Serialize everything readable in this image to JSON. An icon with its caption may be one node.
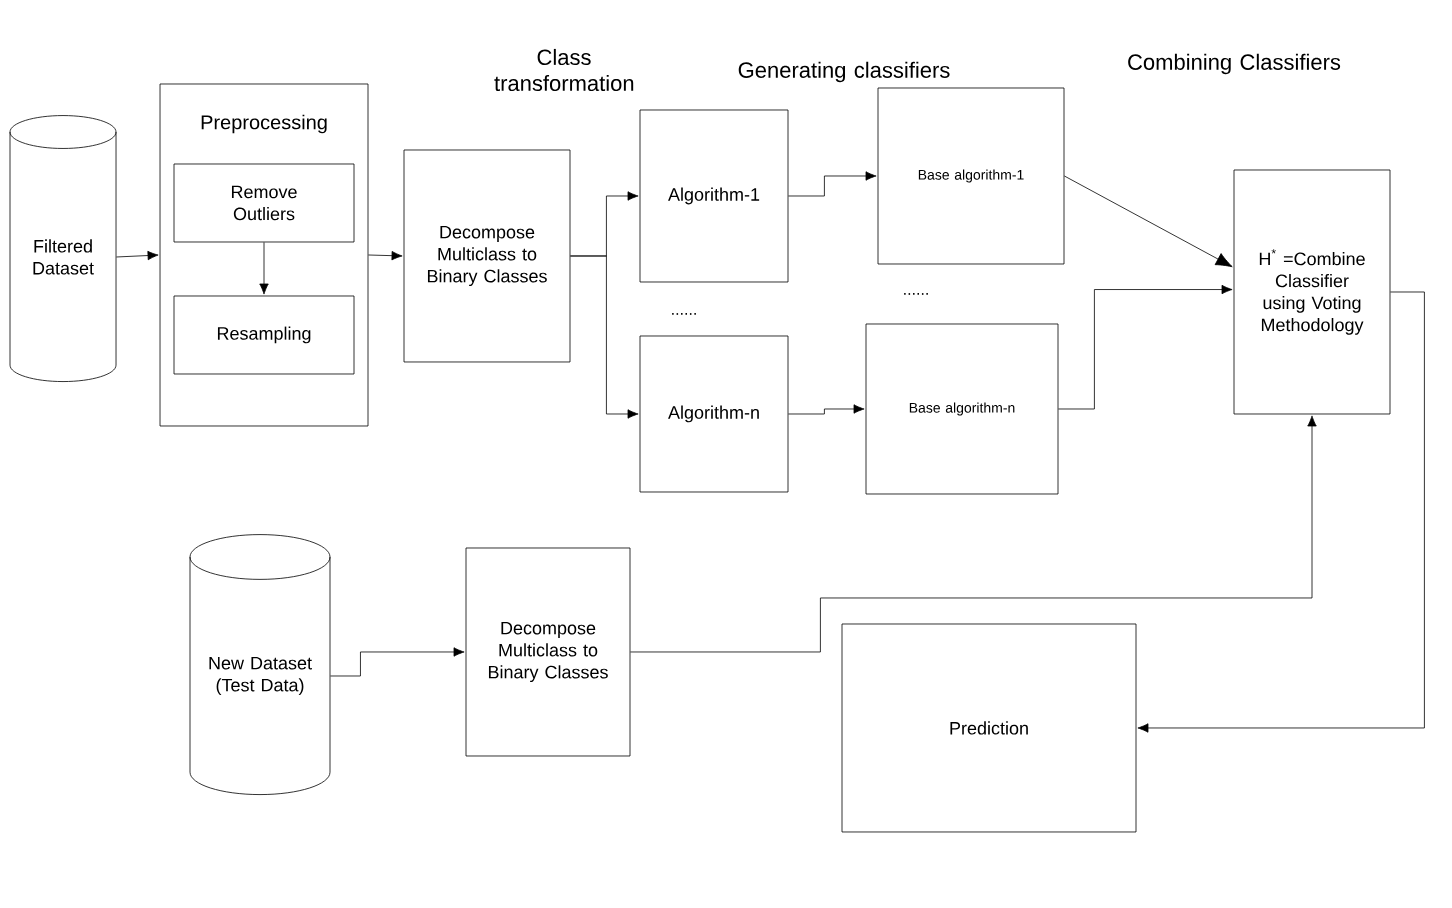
{
  "diagram": {
    "nodes": [
      {
        "text": [
          "Filtered Dataset"
        ]
      },
      {
        "text": [
          "Preprocessing"
        ]
      },
      {
        "text": [
          "Remove Outliers"
        ],
        "in": 1
      },
      {
        "text": [
          "Resampling"
        ],
        "in": 1
      },
      {
        "text": [
          "Decompose Multiclass to Binary Classes"
        ]
      },
      {
        "text": [
          "Algorithm-1"
        ]
      },
      {
        "text": [
          "Algorithm-n"
        ]
      },
      {
        "text": [
          "Base algorithm-1"
        ]
      },
      {
        "text": [
          "Base algorithm-n"
        ]
      },
      {
        "text": [
          "H$^{*}$ =Combine Classifier using Voting Methodology"
        ]
      },
      {
        "text": [
          "New Dataset (Test Data)"
        ]
      },
      {
        "text": [
          "Decompose Multiclass to Binary Classes"
        ]
      },
      {
        "text": [
          "Prediction"
        ]
      }
    ],
    "edges": [
      {
        "from": 0,
        "to": 1,
        "arrow": "to"
      },
      {
        "from": 2,
        "to": 3,
        "arrow": "to"
      },
      {
        "from": 1,
        "to": 4,
        "arrow": "to"
      },
      {
        "from": 4,
        "to": 5,
        "arrow": "to"
      },
      {
        "from": 4,
        "to": 6,
        "arrow": "to"
      },
      {
        "from": 5,
        "to": 7,
        "arrow": "to"
      },
      {
        "from": 6,
        "to": 8,
        "arrow": "to"
      },
      {
        "from": 7,
        "to": 9,
        "arrow": "to"
      },
      {
        "from": 8,
        "to": 9,
        "arrow": "to"
      },
      {
        "from": 10,
        "to": 11,
        "arrow": "to"
      },
      {
        "from": 11,
        "to": 9,
        "arrow": "to"
      },
      {
        "from": 9,
        "to": 12,
        "arrow": "to"
      }
    ],
    "labels": [
      "Class transformation",
      "Generating classifiers",
      "Combining Classifiers",
      "......",
      "......"
    ]
  }
}
